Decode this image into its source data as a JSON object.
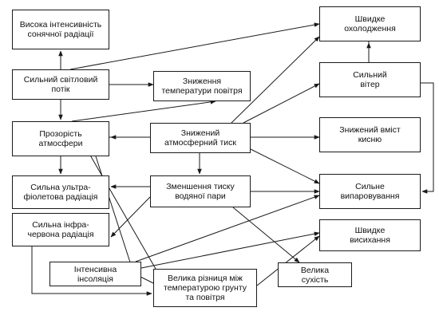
{
  "colors": {
    "line": "#1a1a1a",
    "text": "#111111",
    "background": "#ffffff"
  },
  "nodes": {
    "high_intensity": "Висока інтенсивність\nсонячної радіації",
    "fast_cooling": "Швидке\nохолодження",
    "strong_light": "Сильний світловий\nпотік",
    "temp_drop": "Зниження\nтемператури повітря",
    "strong_wind": "Сильний\nвітер",
    "transparency": "Прозорість\nатмосфери",
    "low_pressure": "Знижений\nатмосферний тиск",
    "low_oxygen": "Знижений вміст\nкисню",
    "uv": "Сильна ультра-\nфіолетова радіація",
    "vapor_drop": "Зменшення тиску\nводяної пари",
    "evaporation": "Сильне\nвипаровування",
    "infrared": "Сильна інфра-\nчервона радіація",
    "drying": "Швидке\nвисихання",
    "insolation": "Інтенсивна\nінсоляція",
    "temp_diff": "Велика різниця між\nтемпературою грунту\nта повітря",
    "dryness": "Велика\nсухість"
  }
}
